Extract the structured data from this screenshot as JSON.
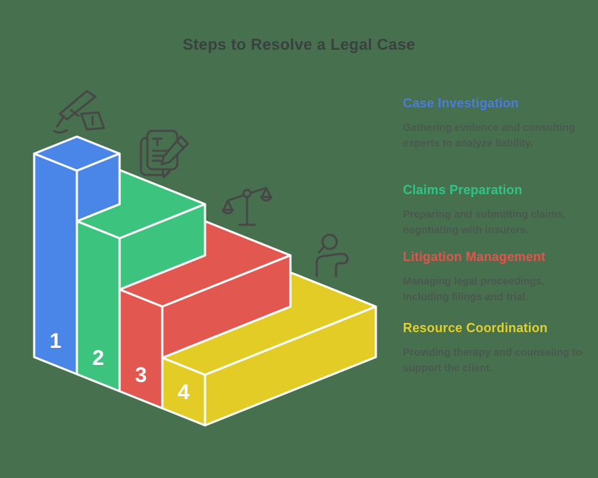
{
  "title": "Steps to Resolve a Legal Case",
  "background_color": "#47714e",
  "outline_color": "#ffffff",
  "number_color": "#ffffff",
  "icon_color": "#474747",
  "steps": [
    {
      "number": "1",
      "label": "Case Investigation",
      "description": "Gathering evidence and consulting experts to analyze liability.",
      "color": "#4a86e8",
      "heading_color": "#4b7be0",
      "icon": "pen-signature-icon"
    },
    {
      "number": "2",
      "label": "Claims Preparation",
      "description": "Preparing and submitting claims, negotiating with insurers.",
      "color": "#3cc47e",
      "heading_color": "#2fc487",
      "icon": "document-edit-icon"
    },
    {
      "number": "3",
      "label": "Litigation Management",
      "description": "Managing legal proceedings, including filings and trial.",
      "color": "#e25750",
      "heading_color": "#e5524b",
      "icon": "scales-of-justice-icon"
    },
    {
      "number": "4",
      "label": "Resource Coordination",
      "description": "Providing therapy and counseling to support the client.",
      "color": "#e3cc26",
      "heading_color": "#e2cf2a",
      "icon": "person-support-icon"
    }
  ]
}
